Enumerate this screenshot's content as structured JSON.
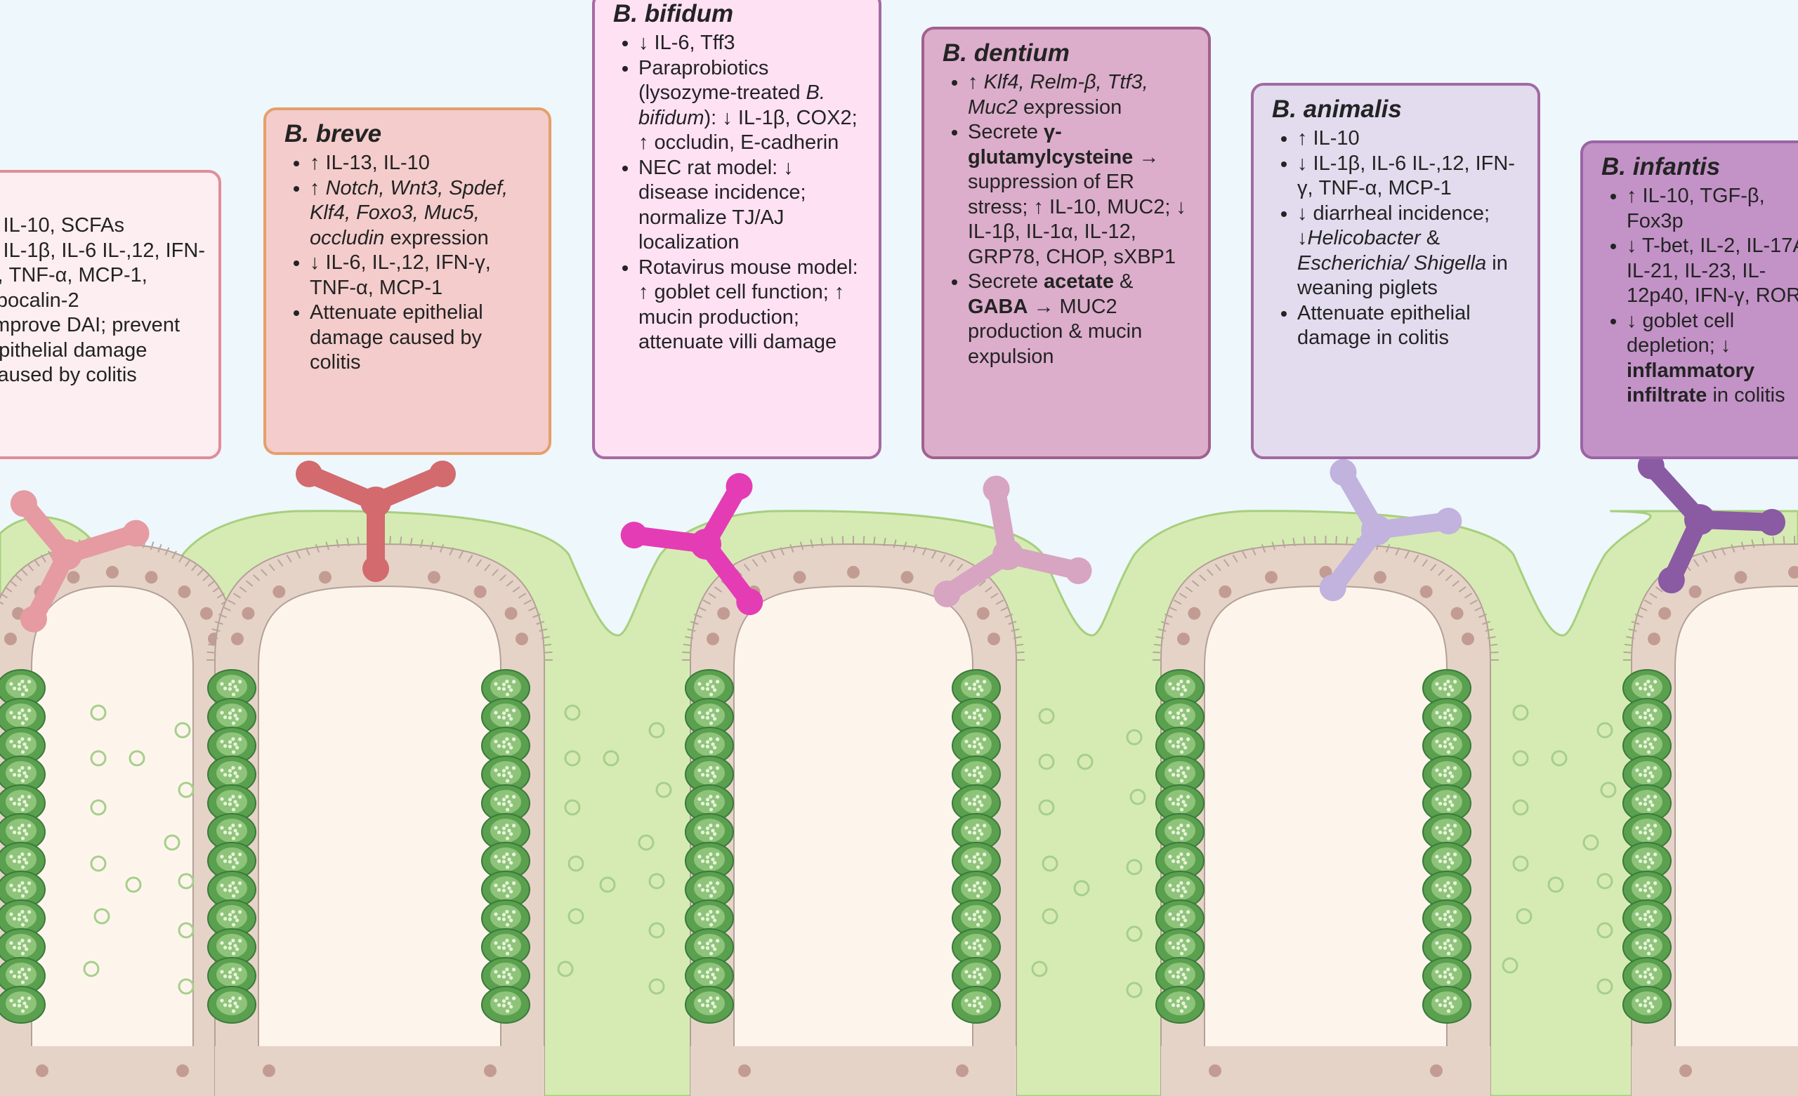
{
  "bacteria": [
    {
      "id": "longum",
      "title": "B. longum",
      "colors": {
        "fill": "#fdeef1",
        "border": "#e18d99",
        "receptor": "#e69aa2"
      },
      "items": [
        [
          {
            "t": "↑ IL-10, SCFAs"
          }
        ],
        [
          {
            "t": "↓  IL-1β, IL-6 IL-,12, IFN-γ, TNF-α, MCP-1, lipocalin-2"
          }
        ],
        [
          {
            "t": "Improve DAI; prevent epithelial damage caused by colitis"
          }
        ]
      ]
    },
    {
      "id": "breve",
      "title": "B. breve",
      "colors": {
        "fill": "#f4cccc",
        "border": "#e4a06b",
        "receptor": "#d26a6e"
      },
      "items": [
        [
          {
            "t": "↑ IL-13, IL-10"
          }
        ],
        [
          {
            "t": "↑ "
          },
          {
            "t": "Notch, Wnt3, Spdef, Klf4, Foxo3, Muc5, occludin",
            "s": "i"
          },
          {
            "t": " expression"
          }
        ],
        [
          {
            "t": "↓ IL-6, IL-,12, IFN-γ, TNF-α, MCP-1"
          }
        ],
        [
          {
            "t": "Attenuate epithelial damage caused by colitis"
          }
        ]
      ]
    },
    {
      "id": "bifidum",
      "title": "B. bifidum",
      "colors": {
        "fill": "#ffe1f4",
        "border": "#a66aa2",
        "receptor": "#e43cb5"
      },
      "items": [
        [
          {
            "t": "↓ IL-6, Tff3"
          }
        ],
        [
          {
            "t": "Paraprobiotics (lysozyme-treated "
          },
          {
            "t": "B. bifidum",
            "s": "i"
          },
          {
            "t": "): ↓ IL-1β, COX2; ↑ occludin, E-cadherin"
          }
        ],
        [
          {
            "t": "NEC rat model: ↓ disease incidence; normalize TJ/AJ localization"
          }
        ],
        [
          {
            "t": "Rotavirus mouse model: ↑ goblet cell function; ↑ mucin production; attenuate villi damage"
          }
        ]
      ]
    },
    {
      "id": "dentium",
      "title": "B. dentium",
      "colors": {
        "fill": "#dcaecb",
        "border": "#a1608f",
        "receptor": "#d7a4c2"
      },
      "items": [
        [
          {
            "t": "↑ "
          },
          {
            "t": "Klf4, Relm-β, Ttf3, Muc2",
            "s": "i"
          },
          {
            "t": " expression"
          }
        ],
        [
          {
            "t": "Secrete "
          },
          {
            "t": "γ-glutamylcysteine",
            "s": "b"
          },
          {
            "t": " → suppression of ER stress; ↑ IL-10, MUC2; ↓ IL-1β, IL-1α, IL-12, GRP78, CHOP, sXBP1"
          }
        ],
        [
          {
            "t": "Secrete "
          },
          {
            "t": "acetate",
            "s": "b"
          },
          {
            "t": " & "
          },
          {
            "t": "GABA",
            "s": "b"
          },
          {
            "t": " → MUC2 production & mucin expulsion"
          }
        ]
      ]
    },
    {
      "id": "animalis",
      "title": "B. animalis",
      "colors": {
        "fill": "#e2dcee",
        "border": "#a16aa3",
        "receptor": "#c1b3dd"
      },
      "items": [
        [
          {
            "t": "↑ IL-10"
          }
        ],
        [
          {
            "t": "↓  IL-1β, IL-6 IL-,12, IFN-γ, TNF-α, MCP-1"
          }
        ],
        [
          {
            "t": "↓ diarrheal incidence; ↓"
          },
          {
            "t": "Helicobacter",
            "s": "i"
          },
          {
            "t": " & "
          },
          {
            "t": "Escherichia/ Shigella",
            "s": "i"
          },
          {
            "t": " in weaning piglets"
          }
        ],
        [
          {
            "t": "Attenuate epithelial damage in colitis"
          }
        ]
      ]
    },
    {
      "id": "infantis",
      "title": "B. infantis",
      "colors": {
        "fill": "#c393c7",
        "border": "#9a64a6",
        "receptor": "#8a5aa3"
      },
      "items": [
        [
          {
            "t": "↑ IL-10, TGF-β, Fox3p"
          }
        ],
        [
          {
            "t": "↓ T-bet, IL-2, IL-17A, IL-21, IL-23, IL-12p40, IFN-γ, RORγt"
          }
        ],
        [
          {
            "t": "↓ goblet cell depletion; ↓ "
          },
          {
            "t": "inflammatory infiltrate",
            "s": "b"
          },
          {
            "t": " in colitis"
          }
        ]
      ]
    }
  ],
  "tissue_colors": {
    "background": "#eef7fb",
    "mucus": "#d6ebb3",
    "mucus_edge": "#a7cf7d",
    "lamina": "#fdf5ec",
    "epithelium": "#e6d3c8",
    "epithelium_edge": "#b3a097",
    "nucleus": "#c29c92",
    "microvilli": "#b7a69a",
    "goblet": "#5aa04f",
    "goblet_dark": "#3a7a3a",
    "goblet_light": "#8ec47a",
    "granule": "#e9f4dc",
    "mucin_droplet": "#a6cf8b"
  }
}
